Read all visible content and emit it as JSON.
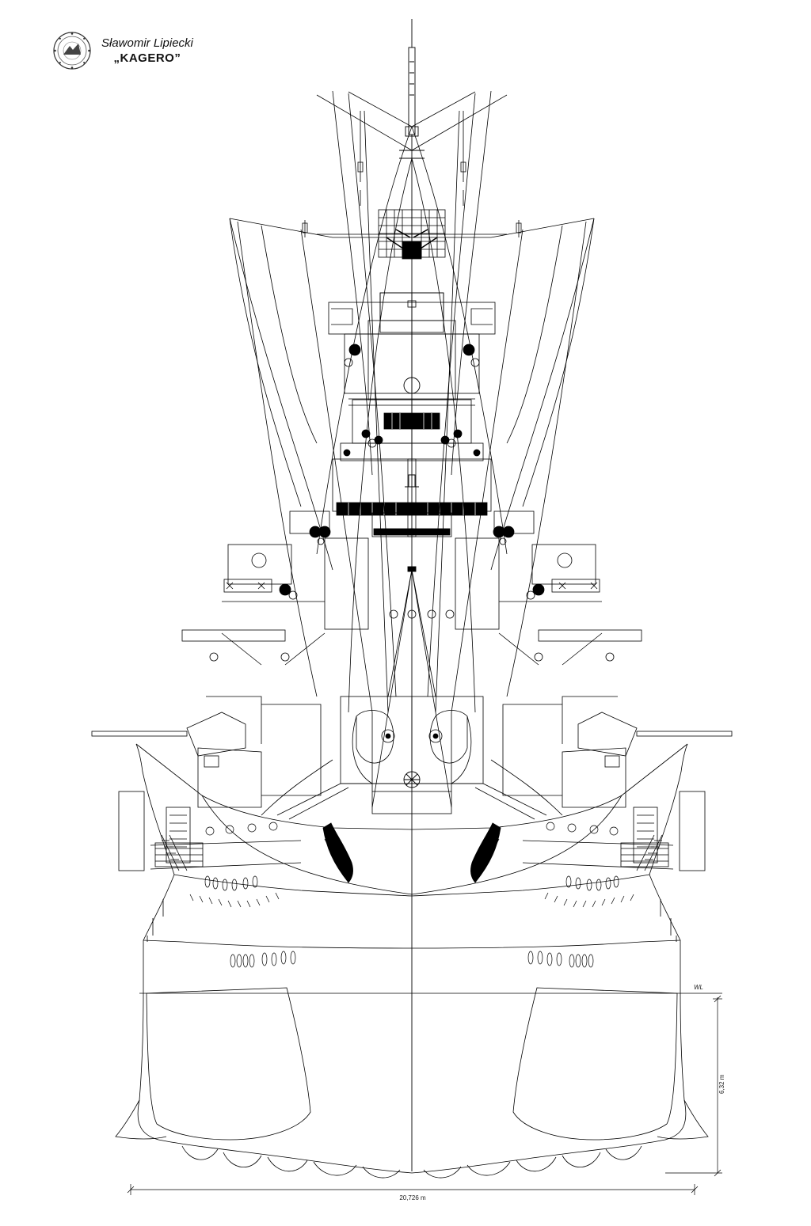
{
  "credit": {
    "author": "Sławomir Lipiecki",
    "publisher": "„KAGERO”"
  },
  "drawing": {
    "waterline_label": "WL",
    "draft_dimension": "6,32 m",
    "beam_dimension": "20,726 m"
  },
  "colors": {
    "line": "#000000",
    "background": "#ffffff"
  }
}
